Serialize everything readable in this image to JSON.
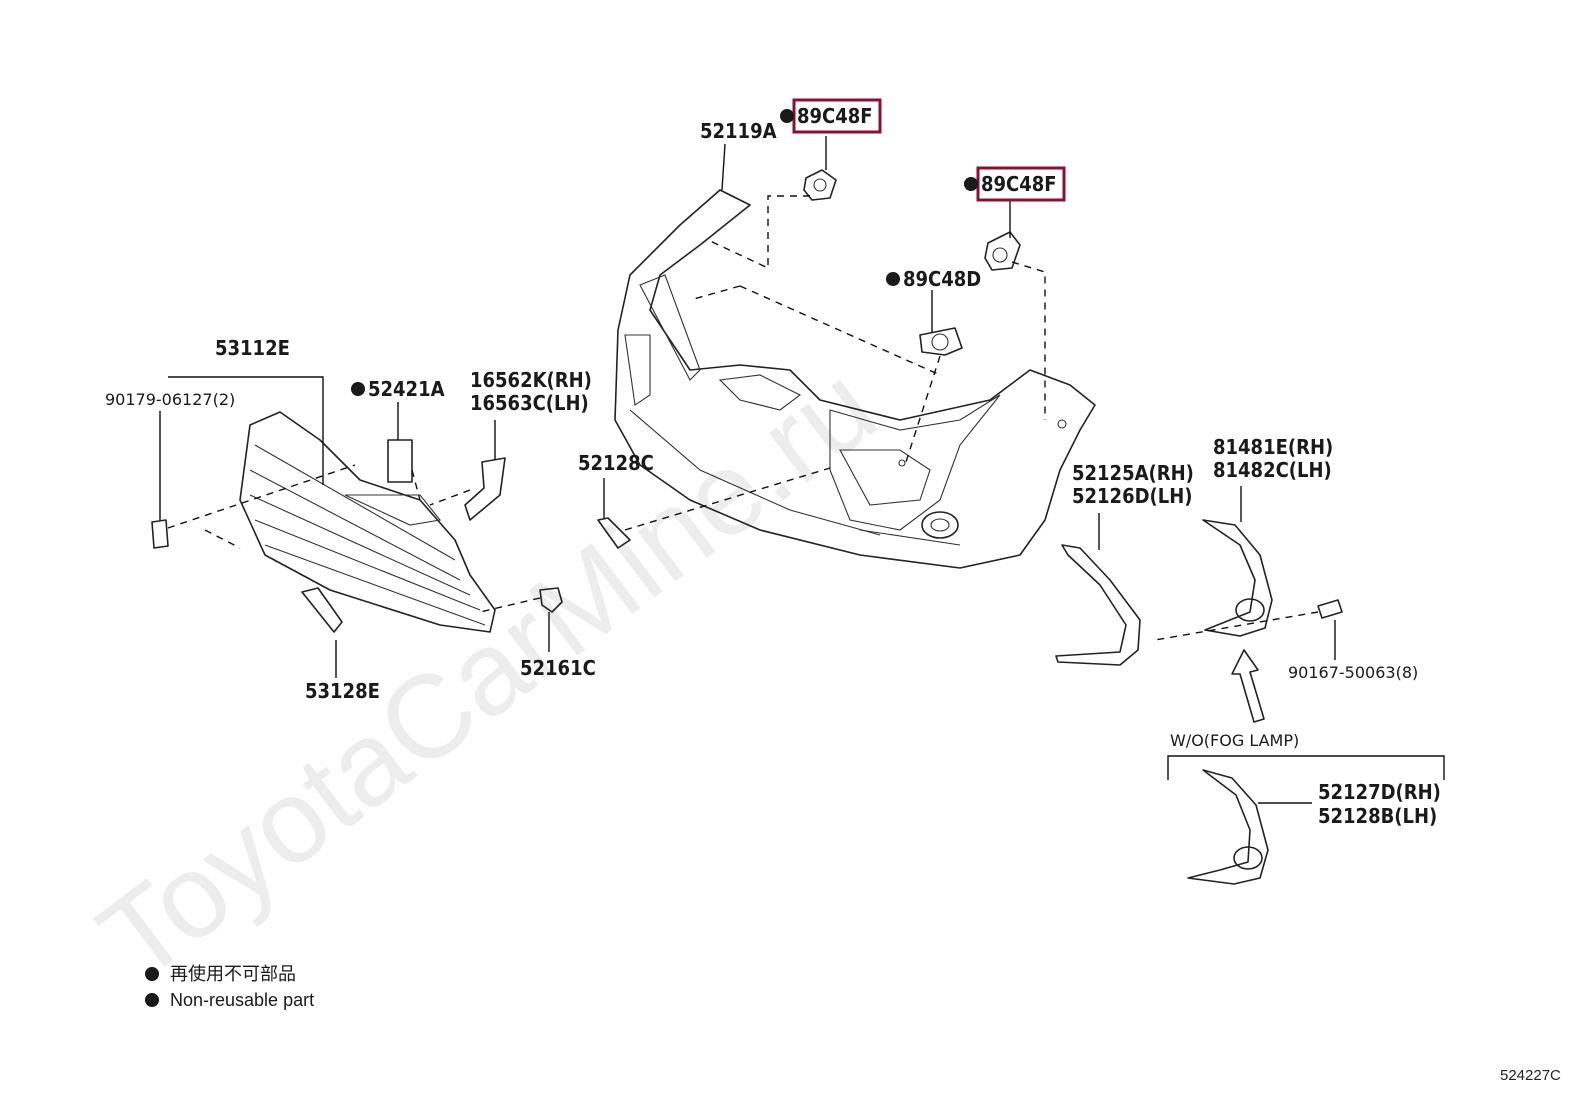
{
  "watermark": "ToyotaCarMine.ru",
  "diagram_code": "524227C",
  "callouts": {
    "sensor_upper": "89C48F",
    "sensor_right": "89C48F",
    "retainer_center": "89C48D",
    "bumper_cover": "52119A",
    "grille_assy": "53112E",
    "screw_grille": "90179-06127(2)",
    "emblem_clip": "52421A",
    "bracket_rh": "16562K(RH)",
    "bracket_lh": "16563C(LH)",
    "lower_seal": "52128C",
    "grille_bracket": "53128E",
    "clip_lower": "52161C",
    "molding_rh": "52125A(RH)",
    "molding_lh": "52126D(LH)",
    "fog_cover_rh": "81481E(RH)",
    "fog_cover_lh": "81482C(LH)",
    "bolt": "90167-50063(8)",
    "variant_label": "W/O(FOG LAMP)",
    "cover_no_fog_rh": "52127D(RH)",
    "cover_no_fog_lh": "52128B(LH)"
  },
  "legend": {
    "line_jp": "再使用不可部品",
    "line_en": "Non-reusable part"
  },
  "colors": {
    "highlight": "#8b1030",
    "ink": "#1a1a1a",
    "watermark": "#ededed"
  }
}
